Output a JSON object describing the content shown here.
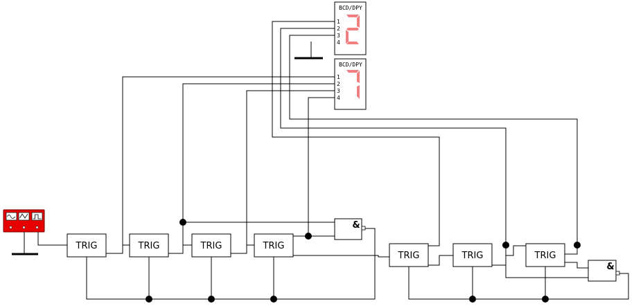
{
  "trig_label": "TRIG",
  "and_label": "&",
  "display_label": "BCD/DPY",
  "pins": [
    "1",
    "2",
    "3",
    "4"
  ],
  "digits": [
    "2",
    "7"
  ],
  "segment_color": "#f08080",
  "generator_color": "#e60000"
}
